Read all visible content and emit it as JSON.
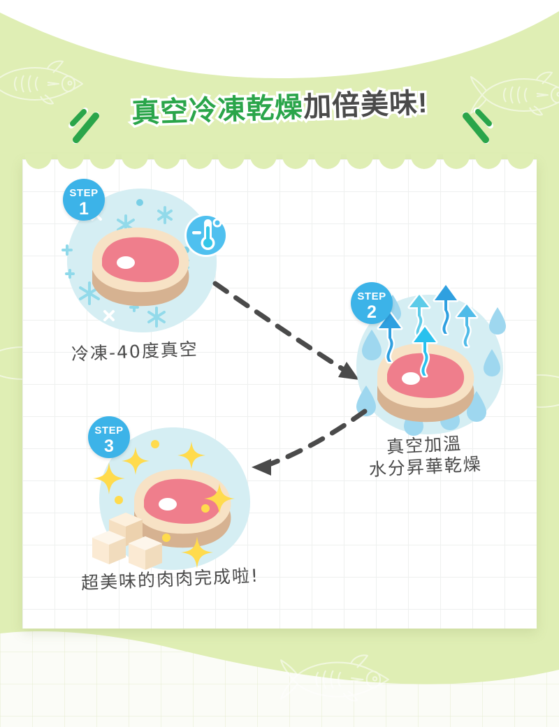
{
  "page": {
    "title": "真空冷凍乾燥 加倍美味!",
    "title_green": "真空冷凍乾燥",
    "title_dark": "加倍美味!",
    "background_color": "#dfeeb4",
    "card_color": "#ffffff",
    "accent_blue": "#3cb3e8",
    "accent_green": "#2aa54a",
    "text_dark": "#4a4a4a"
  },
  "decor": {
    "fish_top_left": "fish-outline-icon",
    "fish_top_right": "fish-outline-icon",
    "fish_left": "fish-outline-icon",
    "fish_right": "fish-outline-icon",
    "fish_bottom": "fish-outline-icon",
    "slash_left": "slash-mark-icon",
    "slash_right": "slash-mark-icon"
  },
  "steps": [
    {
      "badge_label": "STEP",
      "badge_number": "1",
      "caption": "冷凍-40度真空",
      "icons": [
        "steak-icon",
        "thermometer-cold-icon",
        "snowflake-icon"
      ],
      "blob_color": "#d2eef2"
    },
    {
      "badge_label": "STEP",
      "badge_number": "2",
      "caption": "真空加溫\n水分昇華乾燥",
      "icons": [
        "steak-icon",
        "up-arrow-wavy-icon",
        "water-droplet-icon"
      ],
      "blob_color": "#d2eef2"
    },
    {
      "badge_label": "STEP",
      "badge_number": "3",
      "caption": "超美味的肉肉完成啦!",
      "icons": [
        "steak-icon",
        "sparkle-icon",
        "freeze-dried-cube-icon"
      ],
      "blob_color": "#d2eef2"
    }
  ],
  "connectors": [
    {
      "name": "arrow-step1-to-step2",
      "direction": "down-right"
    },
    {
      "name": "arrow-step2-to-step3",
      "direction": "down-left"
    }
  ]
}
